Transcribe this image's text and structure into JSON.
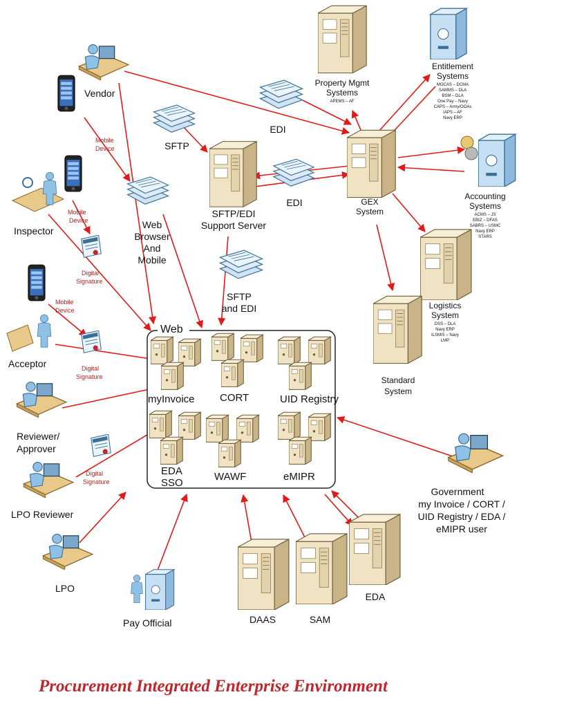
{
  "diagram": {
    "title": "Procurement Integrated Enterprise Environment",
    "web_label": "Web",
    "nodes": {
      "vendor": "Vendor",
      "inspector": "Inspector",
      "acceptor": "Acceptor",
      "reviewer_1": "Reviewer/",
      "reviewer_2": "Approver",
      "lpo_reviewer": "LPO Reviewer",
      "lpo": "LPO",
      "pay_official": "Pay Official",
      "daas": "DAAS",
      "sam": "SAM",
      "eda": "EDA",
      "gov_1": "Government",
      "gov_2": "my Invoice / CORT /",
      "gov_3": "UID Registry / EDA /",
      "gov_4": "eMIPR user",
      "standard_1": "Standard",
      "standard_2": "System",
      "gex_1": "GEX",
      "gex_2": "System",
      "sftp_server_1": "SFTP/EDI",
      "sftp_server_2": "Support Server",
      "web_browser_1": "Web",
      "web_browser_2": "Browser",
      "web_browser_3": "And",
      "web_browser_4": "Mobile",
      "property_1": "Property Mgmt",
      "property_2": "Systems",
      "property_sub": "APEMS – AF",
      "entitlement_1": "Entitlement",
      "entitlement_2": "Systems",
      "accounting_1": "Accounting",
      "accounting_2": "Systems",
      "logistics_1": "Logistics",
      "logistics_2": "System"
    },
    "entitlement_items": [
      "MOCAS – DCMA",
      "SAMMS – DLA",
      "BSM – DLA",
      "One Pay – Navy",
      "CAPS – Army/OOAs",
      "IAPS – AF",
      "Navy ERP"
    ],
    "accounting_items": [
      "ACMS – JS",
      "EBIZ – DFAS",
      "SABRS – USMC",
      "Navy ERP",
      "STARS"
    ],
    "logistics_items": [
      "DSS – DLA",
      "Navy ERP",
      "ILSMIS – Navy",
      "LMP"
    ],
    "web_apps": {
      "myinvoice": "myInvoice",
      "cort": "CORT",
      "uid": "UID Registry",
      "eda_sso_1": "EDA",
      "eda_sso_2": "SSO",
      "wawf": "WAWF",
      "emipr": "eMIPR"
    },
    "transports": {
      "sftp": "SFTP",
      "edi_top": "EDI",
      "edi_mid": "EDI",
      "sftp_edi_1": "SFTP",
      "sftp_edi_2": "and EDI"
    },
    "red_labels": {
      "mobile_1a": "Mobile",
      "mobile_1b": "Device",
      "mobile_2a": "Mobile",
      "mobile_2b": "Device",
      "mobile_3a": "Mobile",
      "mobile_3b": "Device",
      "digsig_1a": "Digital",
      "digsig_1b": "Signature",
      "digsig_2a": "Digital",
      "digsig_2b": "Signature",
      "digsig_3a": "Digital",
      "digsig_3b": "Signature"
    },
    "colors": {
      "arrow": "#e11a1a",
      "server_front": "#efe3c4",
      "server_side": "#c9b487",
      "person": "#8fc1e6",
      "desk": "#e9c98a",
      "doc": "#cfe3f3",
      "title": "#c0272d"
    }
  }
}
